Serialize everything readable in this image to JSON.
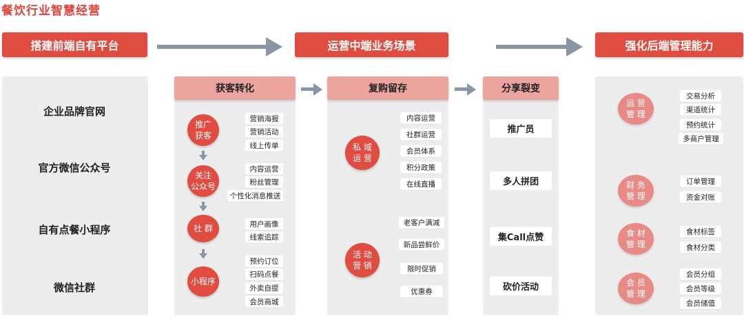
{
  "title": "餐饮行业智慧经营",
  "stages": [
    {
      "label": "搭建前端自有平台"
    },
    {
      "label": "运营中端业务场景"
    },
    {
      "label": "强化后端管理能力"
    }
  ],
  "front_platforms": [
    "企业品牌官网",
    "官方微信公众号",
    "自有点餐小程序",
    "微信社群"
  ],
  "middle": {
    "acquisition": {
      "header": "获客转化",
      "groups": [
        {
          "circle": "推广\n获客",
          "items": [
            "营销海报",
            "营销活动",
            "线上传单"
          ]
        },
        {
          "circle": "关注\n公众号",
          "items": [
            "内容运营",
            "粉丝管理",
            "个性化消息推送"
          ]
        },
        {
          "circle": "社 群",
          "items": [
            "用户画像",
            "线索追踪"
          ]
        },
        {
          "circle": "小程序",
          "items": [
            "预约订位",
            "扫码点餐",
            "外卖自提",
            "会员商城"
          ]
        }
      ]
    },
    "retention": {
      "header": "复购留存",
      "groups": [
        {
          "circle": "私 域\n运 营",
          "items": [
            "内容运营",
            "社群运营",
            "会员体系",
            "积分政策",
            "在线直播"
          ]
        },
        {
          "circle": "活 动\n营 销",
          "items": [
            "老客户满减",
            "新品尝鲜价",
            "限时促销",
            "优惠券"
          ]
        }
      ]
    },
    "sharing": {
      "header": "分享裂变",
      "items": [
        "推广员",
        "多人拼团",
        "集Call点赞",
        "砍价活动"
      ]
    }
  },
  "backend": [
    {
      "circle": "运 营\n管 理",
      "items": [
        "交易分析",
        "渠道统计",
        "预约统计",
        "多商户管理"
      ]
    },
    {
      "circle": "财 务\n管 理",
      "items": [
        "订单管理",
        "资金对账"
      ]
    },
    {
      "circle": "食 材\n管 理",
      "items": [
        "食材标签",
        "食材分类"
      ]
    },
    {
      "circle": "会 员\n管 理",
      "items": [
        "会员分组",
        "会员等级",
        "会员储值"
      ]
    }
  ],
  "colors": {
    "accent": "#e14c41",
    "header_pink": "#eca49f",
    "soft_circle": "#e88a85",
    "panel": "#ededed",
    "arrow": "#8a95a5"
  }
}
